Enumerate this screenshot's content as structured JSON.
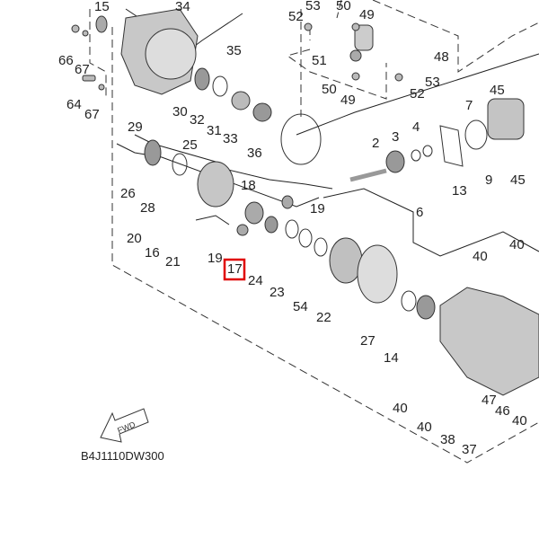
{
  "diagram_code": "B4J1110DW300",
  "fwd_arrow_text": "FWD",
  "highlight_color": "#e00000",
  "highlighted_part": "17",
  "part_labels": [
    "15",
    "34",
    "53",
    "50",
    "49",
    "52",
    "66",
    "67",
    "35",
    "48",
    "51",
    "53",
    "64",
    "67",
    "50",
    "49",
    "52",
    "45",
    "29",
    "30",
    "32",
    "31",
    "33",
    "7",
    "3",
    "4",
    "2",
    "36",
    "25",
    "13",
    "9",
    "45",
    "26",
    "28",
    "18",
    "19",
    "6",
    "20",
    "16",
    "21",
    "19",
    "17",
    "40",
    "40",
    "24",
    "23",
    "54",
    "22",
    "27",
    "14",
    "40",
    "47",
    "40",
    "46",
    "40",
    "38",
    "37"
  ]
}
